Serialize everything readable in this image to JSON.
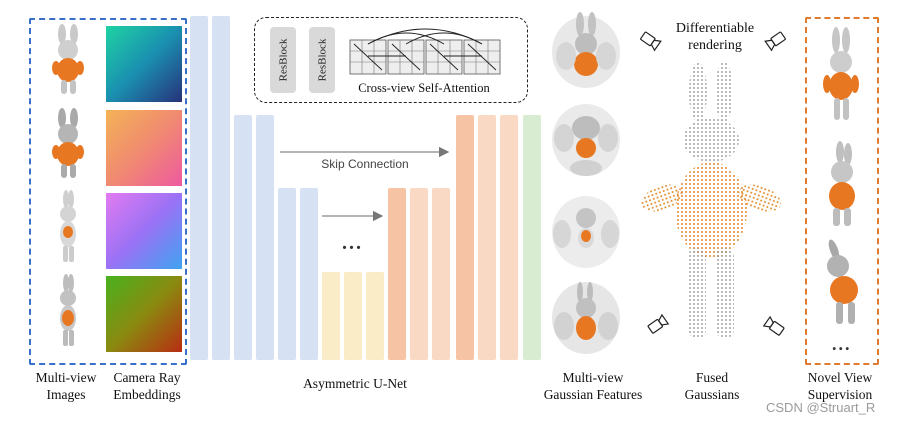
{
  "labels": {
    "multiview_images": "Multi-view\nImages",
    "camera_ray": "Camera Ray\nEmbeddings",
    "unet": "Asymmetric U-Net",
    "gaussian_features": "Multi-view\nGaussian Features",
    "fused": "Fused\nGaussians",
    "novel_view": "Novel View\nSupervision",
    "diff_render": "Differentiable\nrendering",
    "skip": "Skip Connection",
    "resblock": "ResBlock",
    "cross_attn": "Cross-view Self-Attention",
    "ellipsis": "...",
    "watermark": "CSDN @Struart_R"
  },
  "colors": {
    "unet_blue": "#d6e1f3",
    "unet_yellow": "#fbecc8",
    "unet_orange": "#f6c4a4",
    "unet_green": "#d8ecd2",
    "dash_blue": "#3a6fc9",
    "dash_orange": "#e07a2e",
    "rabbit_body": "#e87722",
    "rabbit_gray": "#b8b8b8"
  },
  "icons": [
    "camera-icon",
    "rabbit-image",
    "gradient-swatch"
  ]
}
